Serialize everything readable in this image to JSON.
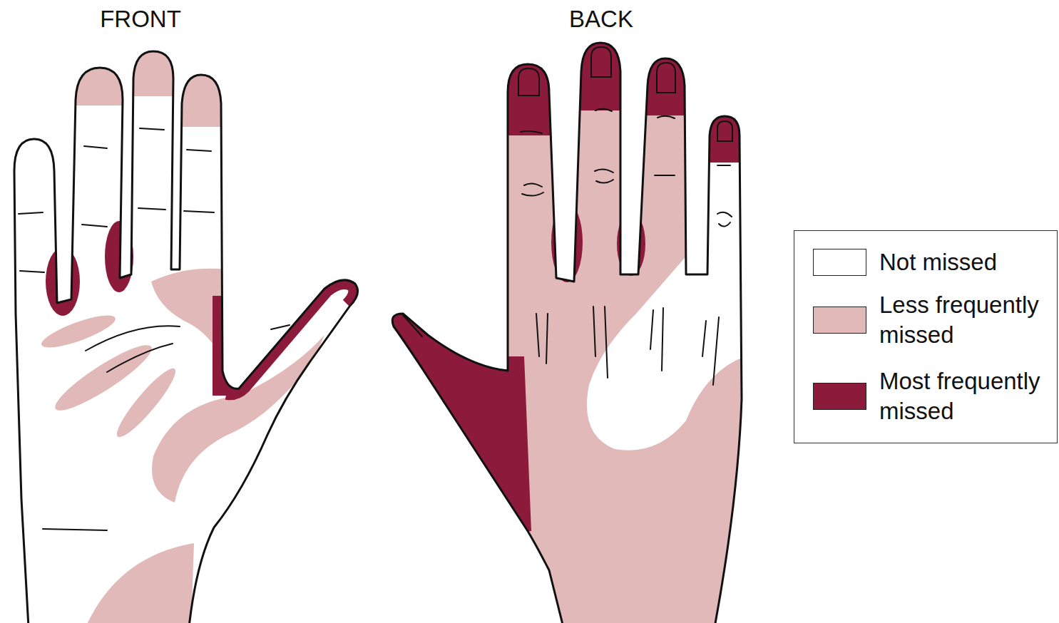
{
  "diagram": {
    "labels": [
      "FRONT",
      "BACK"
    ],
    "legend": [
      {
        "text": "Not missed",
        "color": "#ffffff"
      },
      {
        "text": "Less frequently missed",
        "color": "#e2b9b9"
      },
      {
        "text": "Most frequently missed",
        "color": "#8c1a3b"
      }
    ]
  }
}
